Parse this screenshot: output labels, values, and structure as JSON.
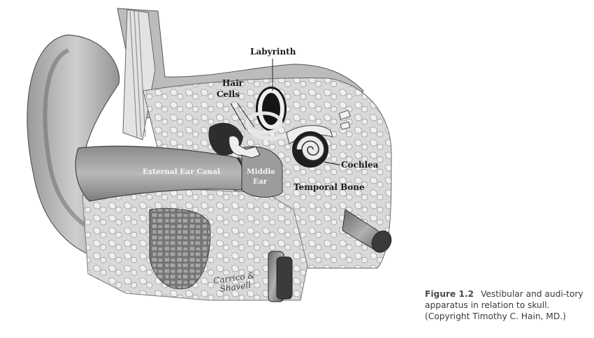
{
  "figure": {
    "labels": {
      "labyrinth": "Labyrinth",
      "hair": "Hair",
      "cells": "Cells",
      "external_ear_canal": "External Ear Canal",
      "middle": "Middle",
      "ear": "Ear",
      "cochlea": "Cochlea",
      "temporal_bone": "Temporal Bone"
    },
    "signature": {
      "line1": "Carrico &",
      "line2": "Shavell"
    },
    "caption": {
      "number": "Figure 1.2",
      "text": "Vestibular and audi-tory apparatus in relation to skull. (Copyright Timothy C. Hain, MD.)"
    }
  }
}
